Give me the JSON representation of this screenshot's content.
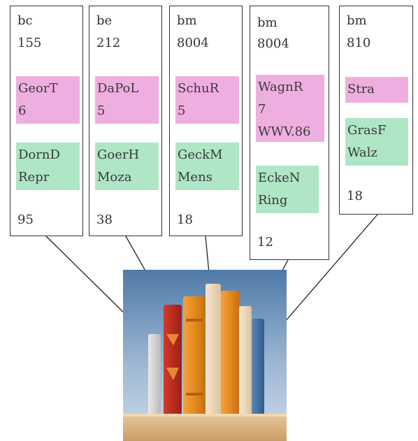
{
  "records": [
    {
      "line1": "bc",
      "line2": "155",
      "pink": "GeorT\n6",
      "green": "DornD\nRepr",
      "count": "95"
    },
    {
      "line1": "be",
      "line2": "212",
      "pink": "DaPoL\n5",
      "green": "GoerH\nMoza",
      "count": "38"
    },
    {
      "line1": "bm",
      "line2": "8004",
      "pink": "SchuR\n5",
      "green": "GeckM\nMens",
      "count": "18"
    },
    {
      "line1": "bm",
      "line2": "8004",
      "pink": "WagnR\n7\nWWV.86",
      "green": "EckeN\nRing",
      "count": "12"
    },
    {
      "line1": "bm",
      "line2": "810",
      "pink": "Stra",
      "green": "GrasF\nWalz",
      "count": "18"
    }
  ],
  "colors": {
    "pink_tag": "#efaee0",
    "green_tag": "#aee6c6",
    "arrow": "#222222"
  },
  "image": {
    "icon": "bookshelf-icon"
  }
}
